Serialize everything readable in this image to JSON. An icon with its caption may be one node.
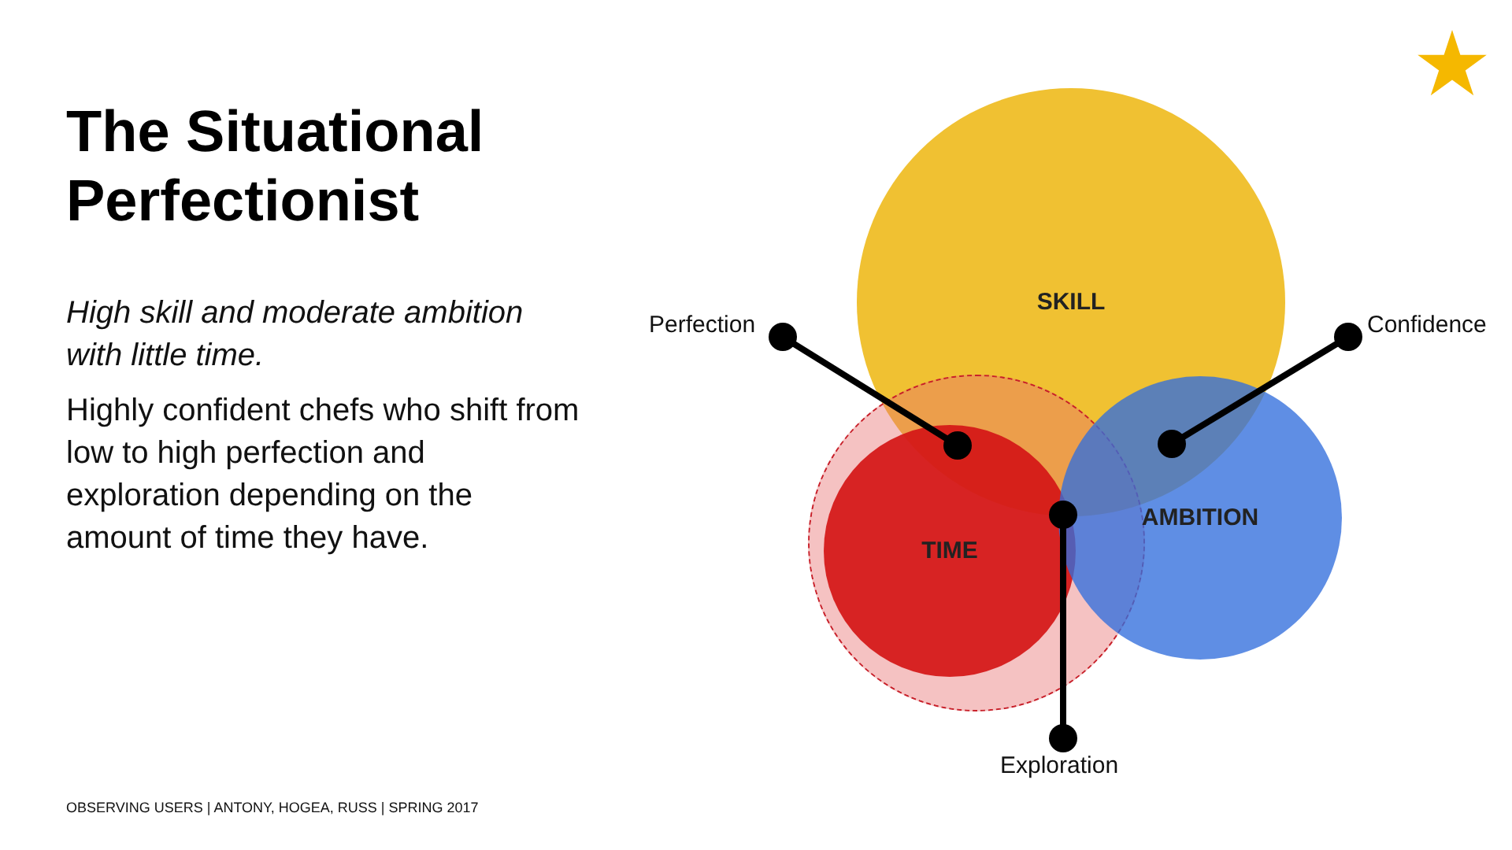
{
  "diagram": {
    "title": "The Situational Perfectionist",
    "nodes": [
      {
        "text": [
          "SKILL"
        ]
      },
      {
        "text": [],
        "shape": "circle"
      },
      {
        "text": [
          "TIME"
        ],
        "in": 1
      },
      {
        "text": [
          "AMBITION"
        ]
      },
      {
        "text": [
          "Perfection"
        ]
      },
      {
        "text": [
          "Confidence"
        ]
      },
      {
        "text": [
          "Exploration"
        ]
      }
    ],
    "edges": [
      {
        "from": 4,
        "to": 2,
        "arrow": "other"
      },
      {
        "from": 5,
        "to": 3,
        "arrow": "other"
      },
      {
        "from": 6,
        "to": 2,
        "arrow": "other"
      }
    ],
    "labels": [
      "High skill and moderate ambition with little time.",
      "Highly confident chefs who shift from low to high perfection and exploration depending on the amount of time they have.",
      "OBSERVING USERS | ANTONY, HOGEA, RUSS | SPRING 2017"
    ]
  }
}
